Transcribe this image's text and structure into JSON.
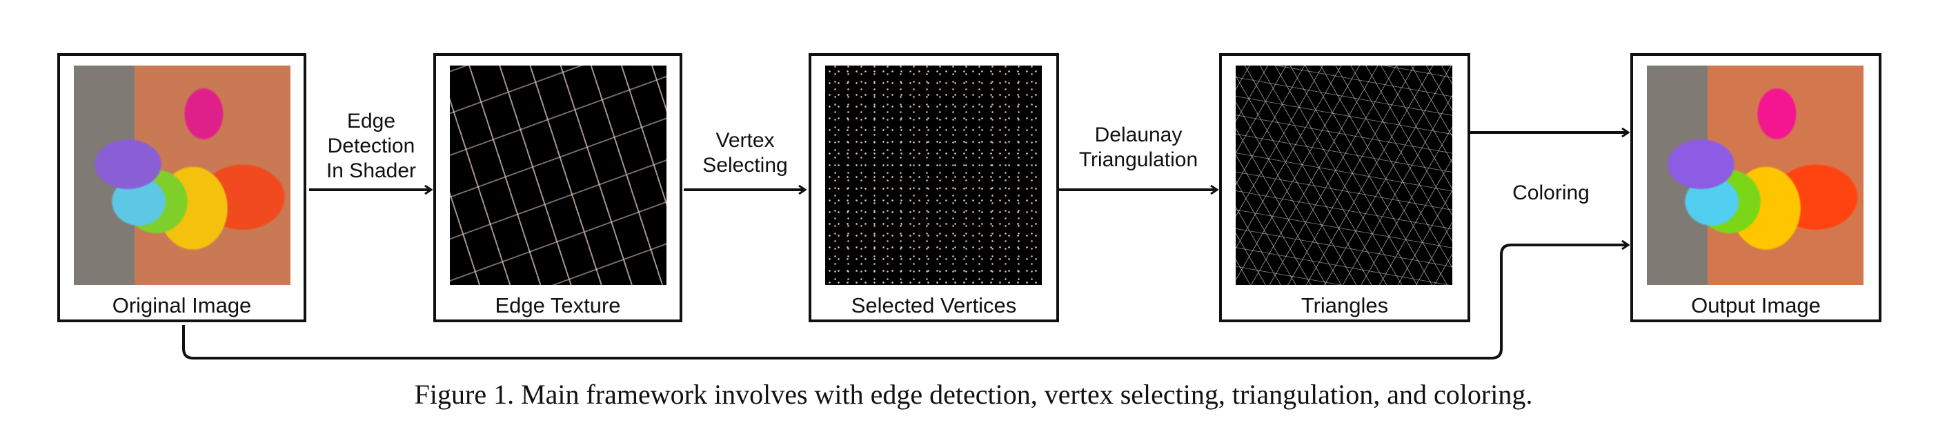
{
  "stages": [
    {
      "label": "Original Image"
    },
    {
      "label": "Edge Texture"
    },
    {
      "label": "Selected Vertices"
    },
    {
      "label": "Triangles"
    },
    {
      "label": "Output Image"
    }
  ],
  "arrows": {
    "edge_detection": [
      "Edge",
      "Detection",
      "In Shader"
    ],
    "vertex_selecting": [
      "Vertex",
      "Selecting"
    ],
    "delaunay": [
      "Delaunay",
      "Triangulation"
    ],
    "coloring": "Coloring"
  },
  "caption": "Figure 1. Main framework involves with edge detection, vertex selecting, triangulation, and coloring."
}
